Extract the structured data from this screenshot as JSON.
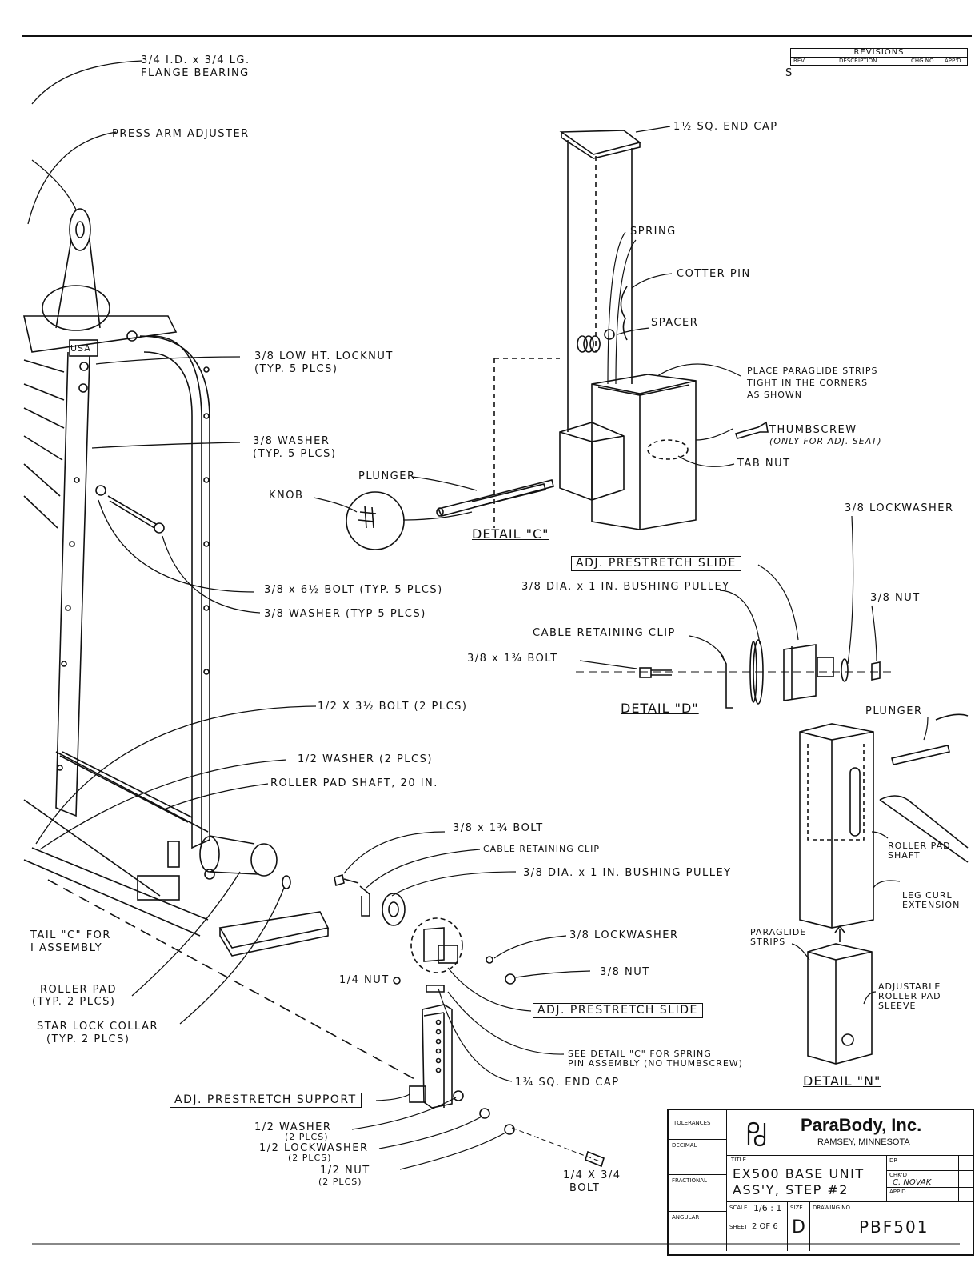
{
  "revisions": {
    "title": "REVISIONS",
    "columns": [
      "REV",
      "DESCRIPTION",
      "CHG NO",
      "APP'D"
    ],
    "mark": "S"
  },
  "labels": {
    "flange_bearing": [
      "3/4 I.D. x 3/4 LG.",
      "FLANGE BEARING"
    ],
    "press_arm_adjuster": "PRESS ARM ADJUSTER",
    "usa": "USA",
    "locknut": [
      "3/8 LOW HT. LOCKNUT",
      "(TYP. 5 PLCS)"
    ],
    "washer_38": [
      "3/8 WASHER",
      "(TYP. 5 PLCS)"
    ],
    "bolt_38x612": "3/8 x 6½ BOLT (TYP. 5 PLCS)",
    "washer_38_typ5": "3/8 WASHER (TYP 5 PLCS)",
    "bolt_12x312": "1/2 X 3½ BOLT (2 PLCS)",
    "washer_12": "1/2 WASHER (2 PLCS)",
    "roller_pad_shaft": "ROLLER PAD SHAFT, 20 IN.",
    "detail_c_for": [
      "TAIL \"C\" FOR",
      "I ASSEMBLY"
    ],
    "roller_pad": [
      "ROLLER PAD",
      "(TYP. 2 PLCS)"
    ],
    "starlock_collar": [
      "STAR LOCK COLLAR",
      "(TYP. 2 PLCS)"
    ],
    "end_cap_112": "1½ SQ. END CAP",
    "spring": "SPRING",
    "cotter_pin": "COTTER PIN",
    "spacer": "SPACER",
    "paraglide_note": [
      "PLACE PARAGLIDE STRIPS",
      "TIGHT IN THE CORNERS",
      "AS SHOWN"
    ],
    "thumbscrew": [
      "THUMBSCREW",
      "(ONLY FOR ADJ. SEAT)"
    ],
    "tab_nut": "TAB NUT",
    "plunger": "PLUNGER",
    "knob": "KNOB",
    "detail_c": "DETAIL \"C\"",
    "adj_prestretch_slide": "ADJ. PRESTRETCH SLIDE",
    "bushing_pulley_d": "3/8 DIA. x 1 IN. BUSHING PULLEY",
    "lockwasher_d": "3/8 LOCKWASHER",
    "nut_d": "3/8 NUT",
    "cable_clip_d": "CABLE RETAINING CLIP",
    "bolt_d": "3/8 x 1¾ BOLT",
    "detail_d": "DETAIL \"D\"",
    "plunger_n": "PLUNGER",
    "roller_pad_shaft_n": [
      "ROLLER PAD",
      "SHAFT"
    ],
    "leg_curl_ext": [
      "LEG CURL",
      "EXTENSION"
    ],
    "paraglide_strips": [
      "PARAGLIDE",
      "STRIPS"
    ],
    "adj_roller_sleeve": [
      "ADJUSTABLE",
      "ROLLER PAD",
      "SLEEVE"
    ],
    "detail_n": "DETAIL \"N\"",
    "bolt_main": "3/8 x 1¾ BOLT",
    "cable_clip_main": "CABLE RETAINING CLIP",
    "bushing_pulley_main": "3/8 DIA. x 1 IN. BUSHING PULLEY",
    "lockwasher_main": "3/8 LOCKWASHER",
    "nut_main": "3/8 NUT",
    "nut_14": "1/4 NUT",
    "adj_prestretch_slide_2": "ADJ. PRESTRETCH SLIDE",
    "see_detail_c": [
      "SEE DETAIL \"C\" FOR SPRING",
      "PIN ASSEMBLY (NO THUMBSCREW)"
    ],
    "end_cap_134": "1¾ SQ. END CAP",
    "adj_prestretch_support": "ADJ. PRESTRETCH SUPPORT",
    "washer_12b": [
      "1/2 WASHER",
      "(2 PLCS)"
    ],
    "lockwasher_12": [
      "1/2 LOCKWASHER",
      "(2 PLCS)"
    ],
    "nut_12": [
      "1/2 NUT",
      "(2 PLCS)"
    ],
    "bolt_14x34": [
      "1/4 X 3/4",
      "BOLT"
    ]
  },
  "title_block": {
    "company": "ParaBody, Inc.",
    "location": "RAMSEY, MINNESOTA",
    "logo": "pb",
    "tolerances": "TOLERANCES",
    "decimal": "DECIMAL",
    "fractional": "FRACTIONAL",
    "angular": "ANGULAR",
    "title_label": "TITLE",
    "title_lines": [
      "EX500 BASE UNIT",
      "ASS'Y, STEP #2"
    ],
    "drawn_label": "DR",
    "chkd_label": "CHK'D",
    "chkd_name": "C. NOVAK",
    "appd_label": "APP'D",
    "scale_label": "SCALE",
    "scale": "1/6 : 1",
    "size_label": "SIZE",
    "size": "D",
    "drawing_no_label": "DRAWING NO.",
    "drawing_no": "PBF501",
    "sheet_label": "SHEET",
    "sheet": "2 OF 6"
  }
}
